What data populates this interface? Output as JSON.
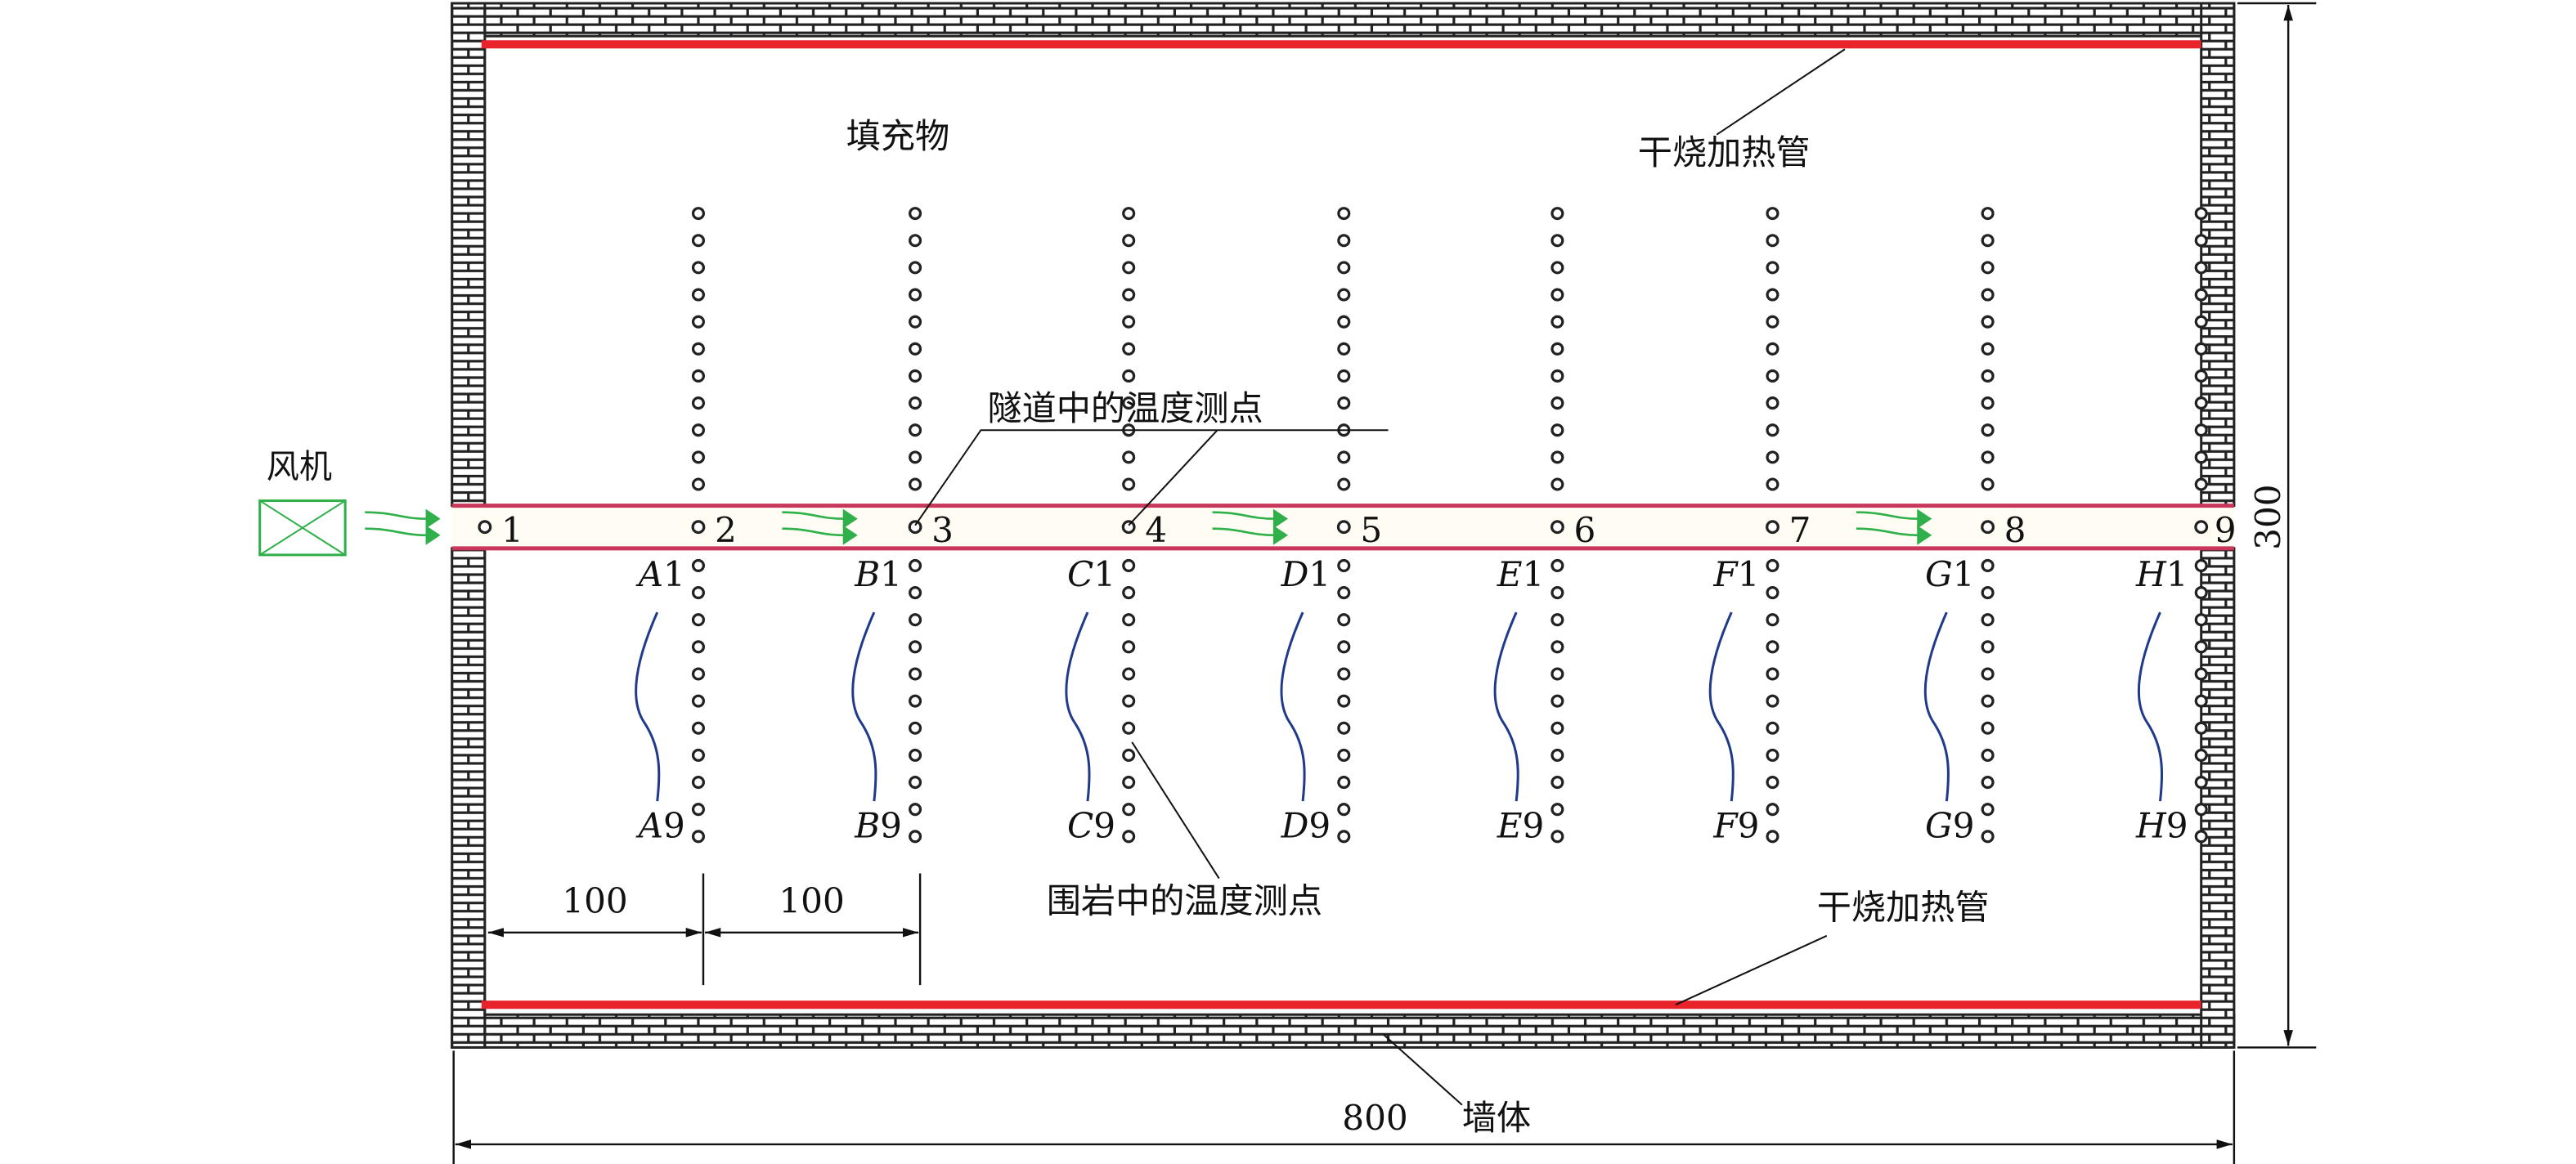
{
  "labels": {
    "filler": "填充物",
    "heater_top": "干烧加热管",
    "heater_bottom": "干烧加热管",
    "tunnel_points": "隧道中的温度测点",
    "rock_points": "围岩中的温度测点",
    "fan": "风机",
    "wall": "墙体"
  },
  "dimensions": {
    "spacing_1": "100",
    "spacing_2": "100",
    "length": "800",
    "height": "300"
  },
  "tunnel_point_numbers": [
    "1",
    "2",
    "3",
    "4",
    "5",
    "6",
    "7",
    "8",
    "9"
  ],
  "column_top_labels": [
    {
      "letter": "A",
      "num": "1"
    },
    {
      "letter": "B",
      "num": "1"
    },
    {
      "letter": "C",
      "num": "1"
    },
    {
      "letter": "D",
      "num": "1"
    },
    {
      "letter": "E",
      "num": "1"
    },
    {
      "letter": "F",
      "num": "1"
    },
    {
      "letter": "G",
      "num": "1"
    },
    {
      "letter": "H",
      "num": "1"
    }
  ],
  "column_bottom_labels": [
    {
      "letter": "A",
      "num": "9"
    },
    {
      "letter": "B",
      "num": "9"
    },
    {
      "letter": "C",
      "num": "9"
    },
    {
      "letter": "D",
      "num": "9"
    },
    {
      "letter": "E",
      "num": "9"
    },
    {
      "letter": "F",
      "num": "9"
    },
    {
      "letter": "G",
      "num": "9"
    },
    {
      "letter": "H",
      "num": "9"
    }
  ],
  "colors": {
    "heater": "#e8232a",
    "tunnel": "#c8365a",
    "airflow": "#2fb04a",
    "curve": "#1f3a8a"
  }
}
